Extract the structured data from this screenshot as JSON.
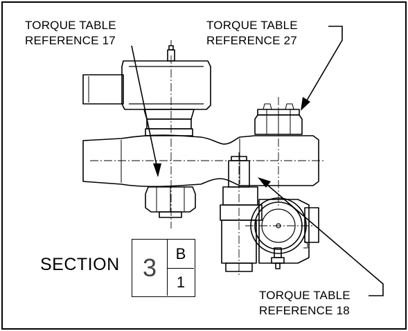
{
  "callouts": {
    "ref17": {
      "line1": "TORQUE TABLE",
      "line2": "REFERENCE 17"
    },
    "ref27": {
      "line1": "TORQUE TABLE",
      "line2": "REFERENCE 27"
    },
    "ref18": {
      "line1": "TORQUE TABLE",
      "line2": "REFERENCE 18"
    }
  },
  "section": {
    "label": "SECTION",
    "number": "3",
    "letter": "B",
    "sheet": "1"
  },
  "colors": {
    "ink": "#000000",
    "paper": "#ffffff"
  }
}
